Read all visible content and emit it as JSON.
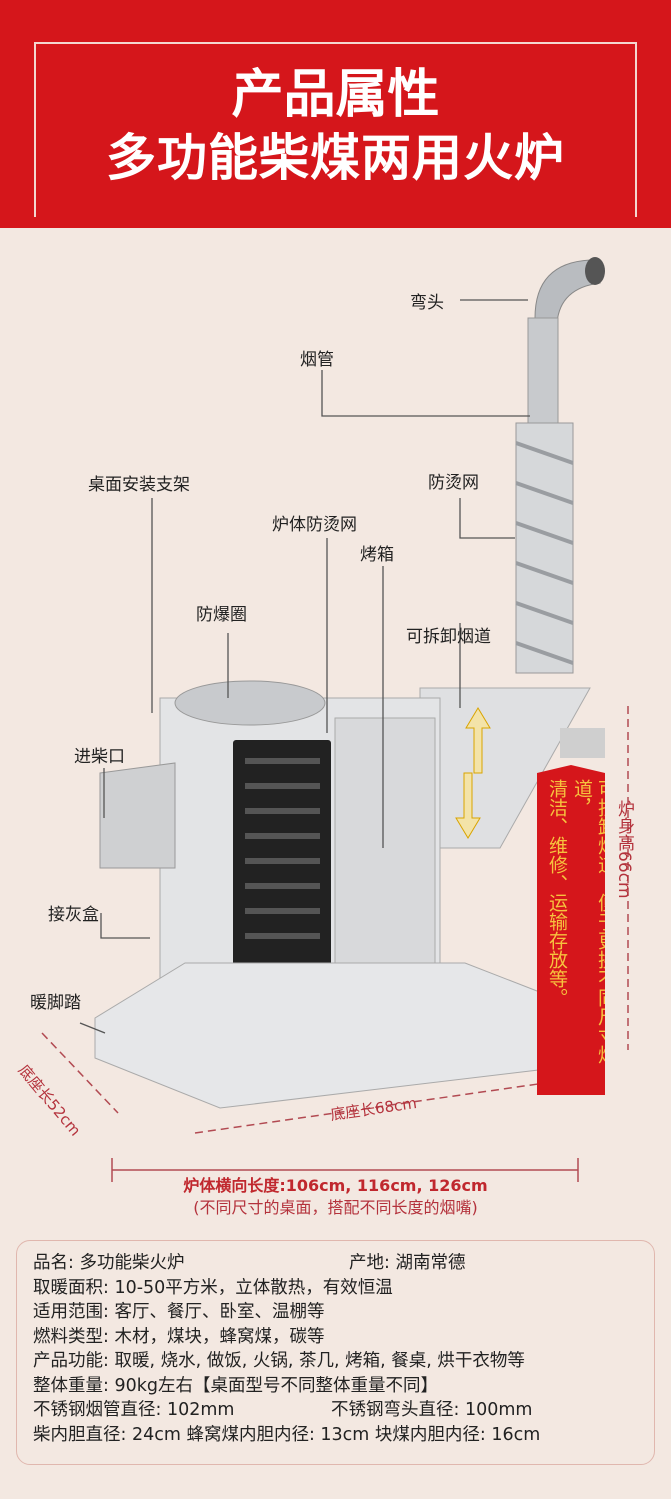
{
  "header": {
    "title": "产品属性",
    "subtitle": "多功能柴煤两用火炉"
  },
  "labels": {
    "elbow": "弯头",
    "pipe": "烟管",
    "mesh": "防烫网",
    "bracket": "桌面安装支架",
    "body_mesh": "炉体防烫网",
    "oven": "烤箱",
    "ring": "防爆圈",
    "flue": "可拆卸烟道",
    "inlet": "进柴口",
    "ash": "接灰盒",
    "foot": "暖脚踏"
  },
  "callout": {
    "line1": "可拆卸烟道，便于更换不同尺寸烟道，",
    "line2": "清洁、维修、运输存放等。"
  },
  "dimensions": {
    "height": "炉身高66cm",
    "base_width": "底座长52cm",
    "base_length": "底座长68cm",
    "total_length": "炉体横向长度:106cm, 116cm, 126cm",
    "total_note": "(不同尺寸的桌面，搭配不同长度的烟嘴)"
  },
  "specs": [
    [
      "品名: 多功能柴火炉",
      "产地: 湖南常德"
    ],
    [
      "取暖面积: 10-50平方米，立体散热，有效恒温"
    ],
    [
      "适用范围: 客厅、餐厅、卧室、温棚等"
    ],
    [
      "燃料类型: 木材，煤块，蜂窝煤，碳等"
    ],
    [
      "产品功能: 取暖, 烧水, 做饭, 火锅, 茶几, 烤箱, 餐桌, 烘干衣物等"
    ],
    [
      "整体重量: 90kg左右【桌面型号不同整体重量不同】"
    ],
    [
      "不锈钢烟管直径:  102mm",
      "不锈钢弯头直径: 100mm"
    ],
    [
      "柴内胆直径: 24cm  蜂窝煤内胆内径: 13cm  块煤内胆内径: 16cm"
    ]
  ]
}
